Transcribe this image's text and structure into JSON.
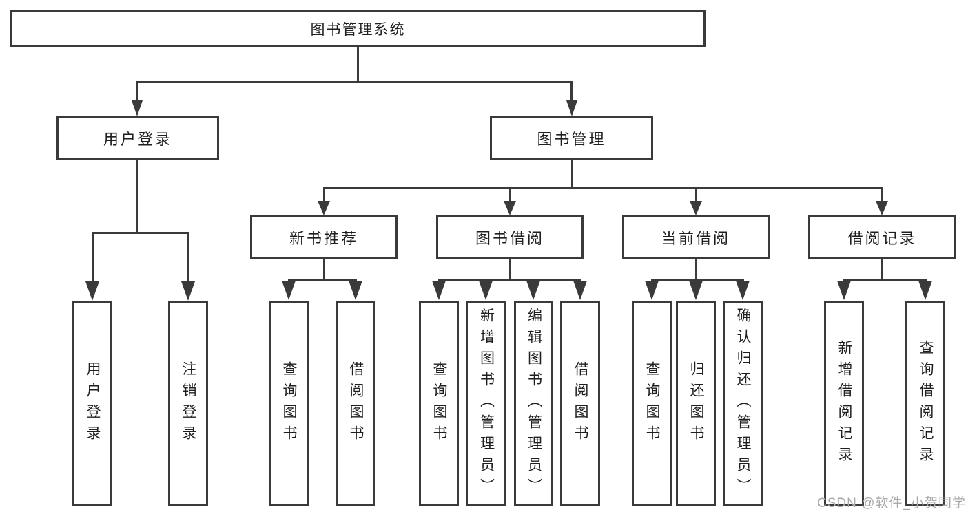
{
  "nodes": {
    "root": "图书管理系统",
    "user_login": "用户登录",
    "book_mgmt": "图书管理",
    "new_book_rec": "新书推荐",
    "book_borrow": "图书借阅",
    "current_borrow": "当前借阅",
    "borrow_record": "借阅记录",
    "leaf_user_login": "用户登录",
    "leaf_logout": "注销登录",
    "leaf_query_book_1": "查询图书",
    "leaf_borrow_book_1": "借阅图书",
    "leaf_query_book_2": "查询图书",
    "leaf_add_book": "新增图书（管理员）",
    "leaf_edit_book": "编辑图书（管理员）",
    "leaf_borrow_book_2": "借阅图书",
    "leaf_query_book_3": "查询图书",
    "leaf_return_book": "归还图书",
    "leaf_confirm_return": "确认归还（管理员）",
    "leaf_add_record": "新增借阅记录",
    "leaf_query_record": "查询借阅记录"
  },
  "watermark": "CSDN @软件_小贺同学",
  "colors": {
    "line": "#3a3a3a",
    "box_fill": "#ffffff",
    "text": "#1f1f1f",
    "watermark": "#a9a9a9"
  }
}
